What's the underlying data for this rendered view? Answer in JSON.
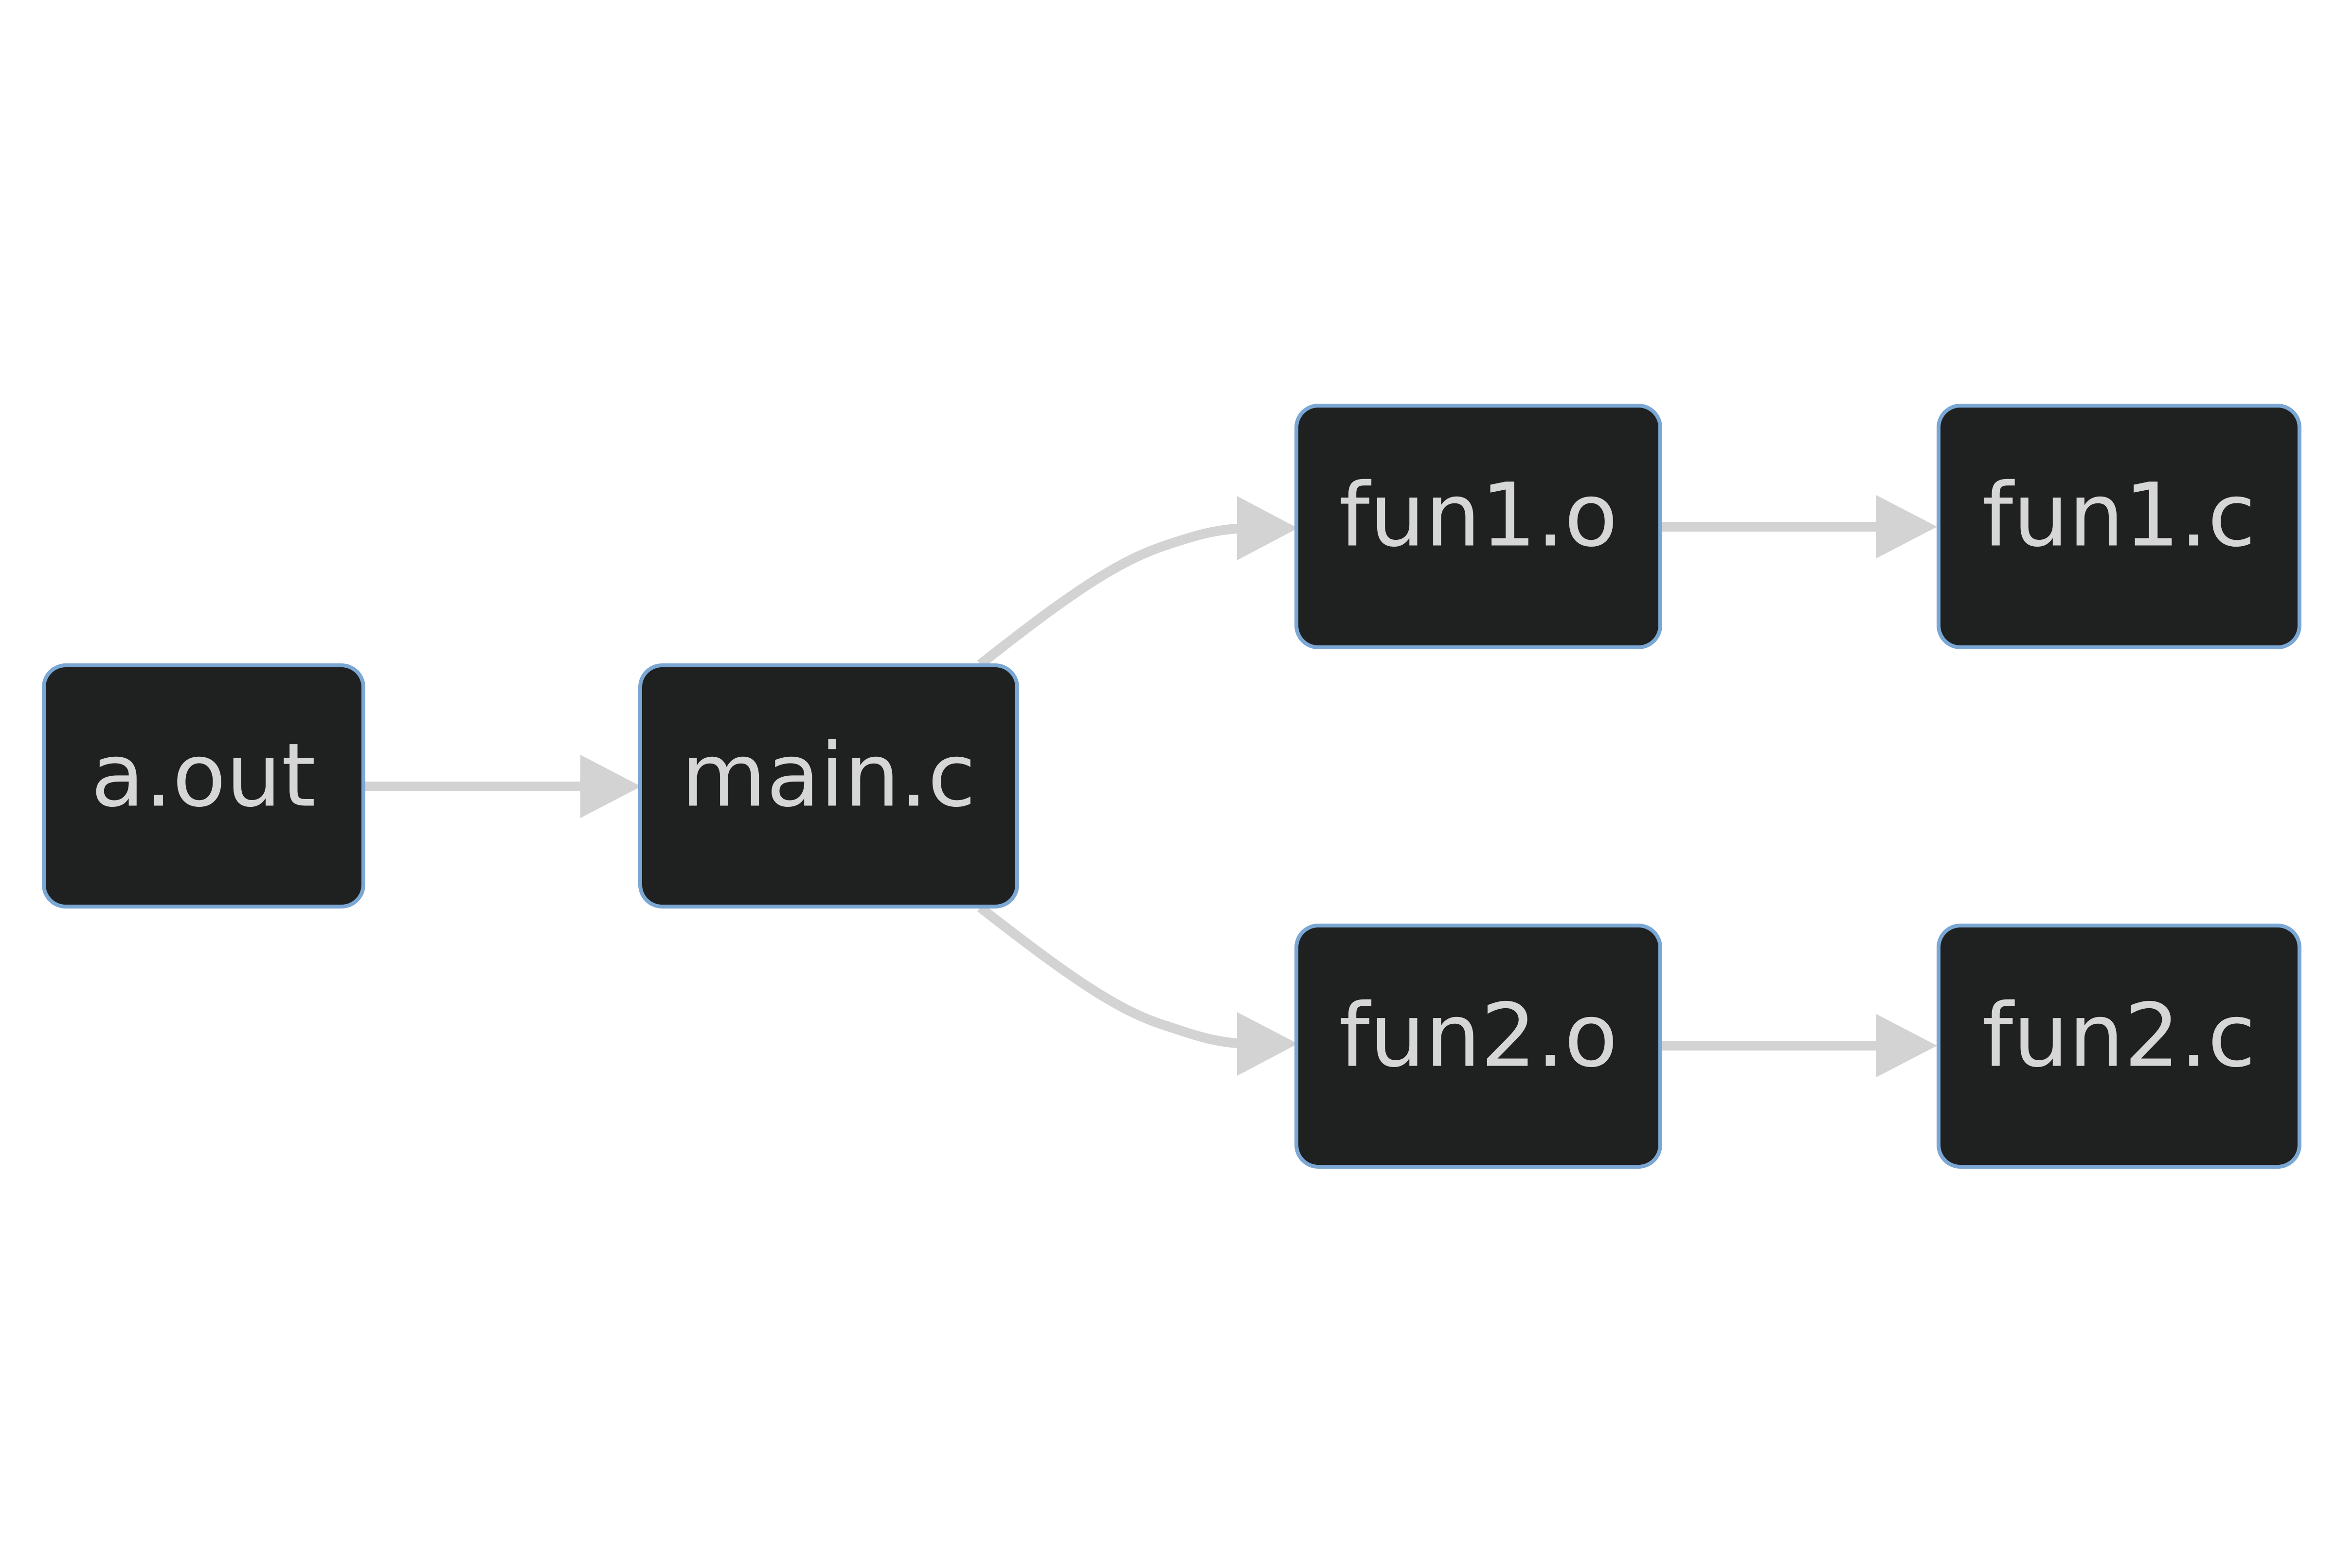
{
  "diagram": {
    "nodes": {
      "aout": "a.out",
      "mainc": "main.c",
      "fun1o": "fun1.o",
      "fun1c": "fun1.c",
      "fun2o": "fun2.o",
      "fun2c": "fun2.c"
    },
    "edges": [
      {
        "from": "a.out",
        "to": "main.c"
      },
      {
        "from": "main.c",
        "to": "fun1.o"
      },
      {
        "from": "main.c",
        "to": "fun2.o"
      },
      {
        "from": "fun1.o",
        "to": "fun1.c"
      },
      {
        "from": "fun2.o",
        "to": "fun2.c"
      }
    ],
    "colors": {
      "node_fill": "#1f2020",
      "node_border": "#7aa7d4",
      "node_text": "#d6d6d6",
      "edge": "#d3d3d3",
      "background": "#ffffff"
    }
  }
}
